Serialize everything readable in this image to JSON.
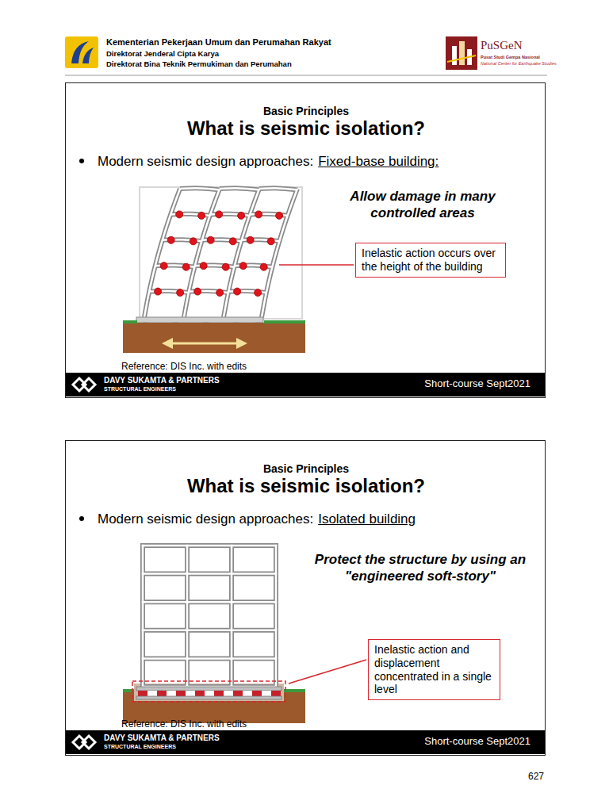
{
  "diagram": {
    "nodes": [
      {
        "text": [
          "Basic Principles",
          "What is seismic isolation?",
          "Modern seismic design approaches:",
          "Fixed-base building:",
          "Allow damage in many controlled areas",
          "Reference: DIS Inc. with edits",
          "DAVY SUKAMTA & PARTNERS",
          "STRUCTURAL ENGINEERS",
          "Short-course Sept2021"
        ]
      },
      {
        "text": [
          "Inelastic action occurs over the height of the building"
        ],
        "in": 0
      },
      {
        "text": [
          "Basic Principles",
          "What is seismic isolation?",
          "Modern seismic design approaches:",
          "Isolated building",
          "Protect the structure by using an \"engineered soft-story\"",
          "Reference: DIS Inc. with edits",
          "DAVY SUKAMTA & PARTNERS",
          "STRUCTURAL ENGINEERS",
          "Short-course Sept2021"
        ]
      },
      {
        "text": [
          "Inelastic action and displacement concentrated in a single level"
        ],
        "in": 2
      }
    ],
    "labels": [
      "Kementerian Pekerjaan Umum dan Perumahan Rakyat",
      "Direktorat Jenderal Cipta Karya",
      "Direktorat Bina Teknik Permukiman dan Perumahan",
      "PuSGeN",
      "Pusat Studi Gempa Nasional",
      "National Center for Earthquake Studies",
      "627"
    ]
  }
}
